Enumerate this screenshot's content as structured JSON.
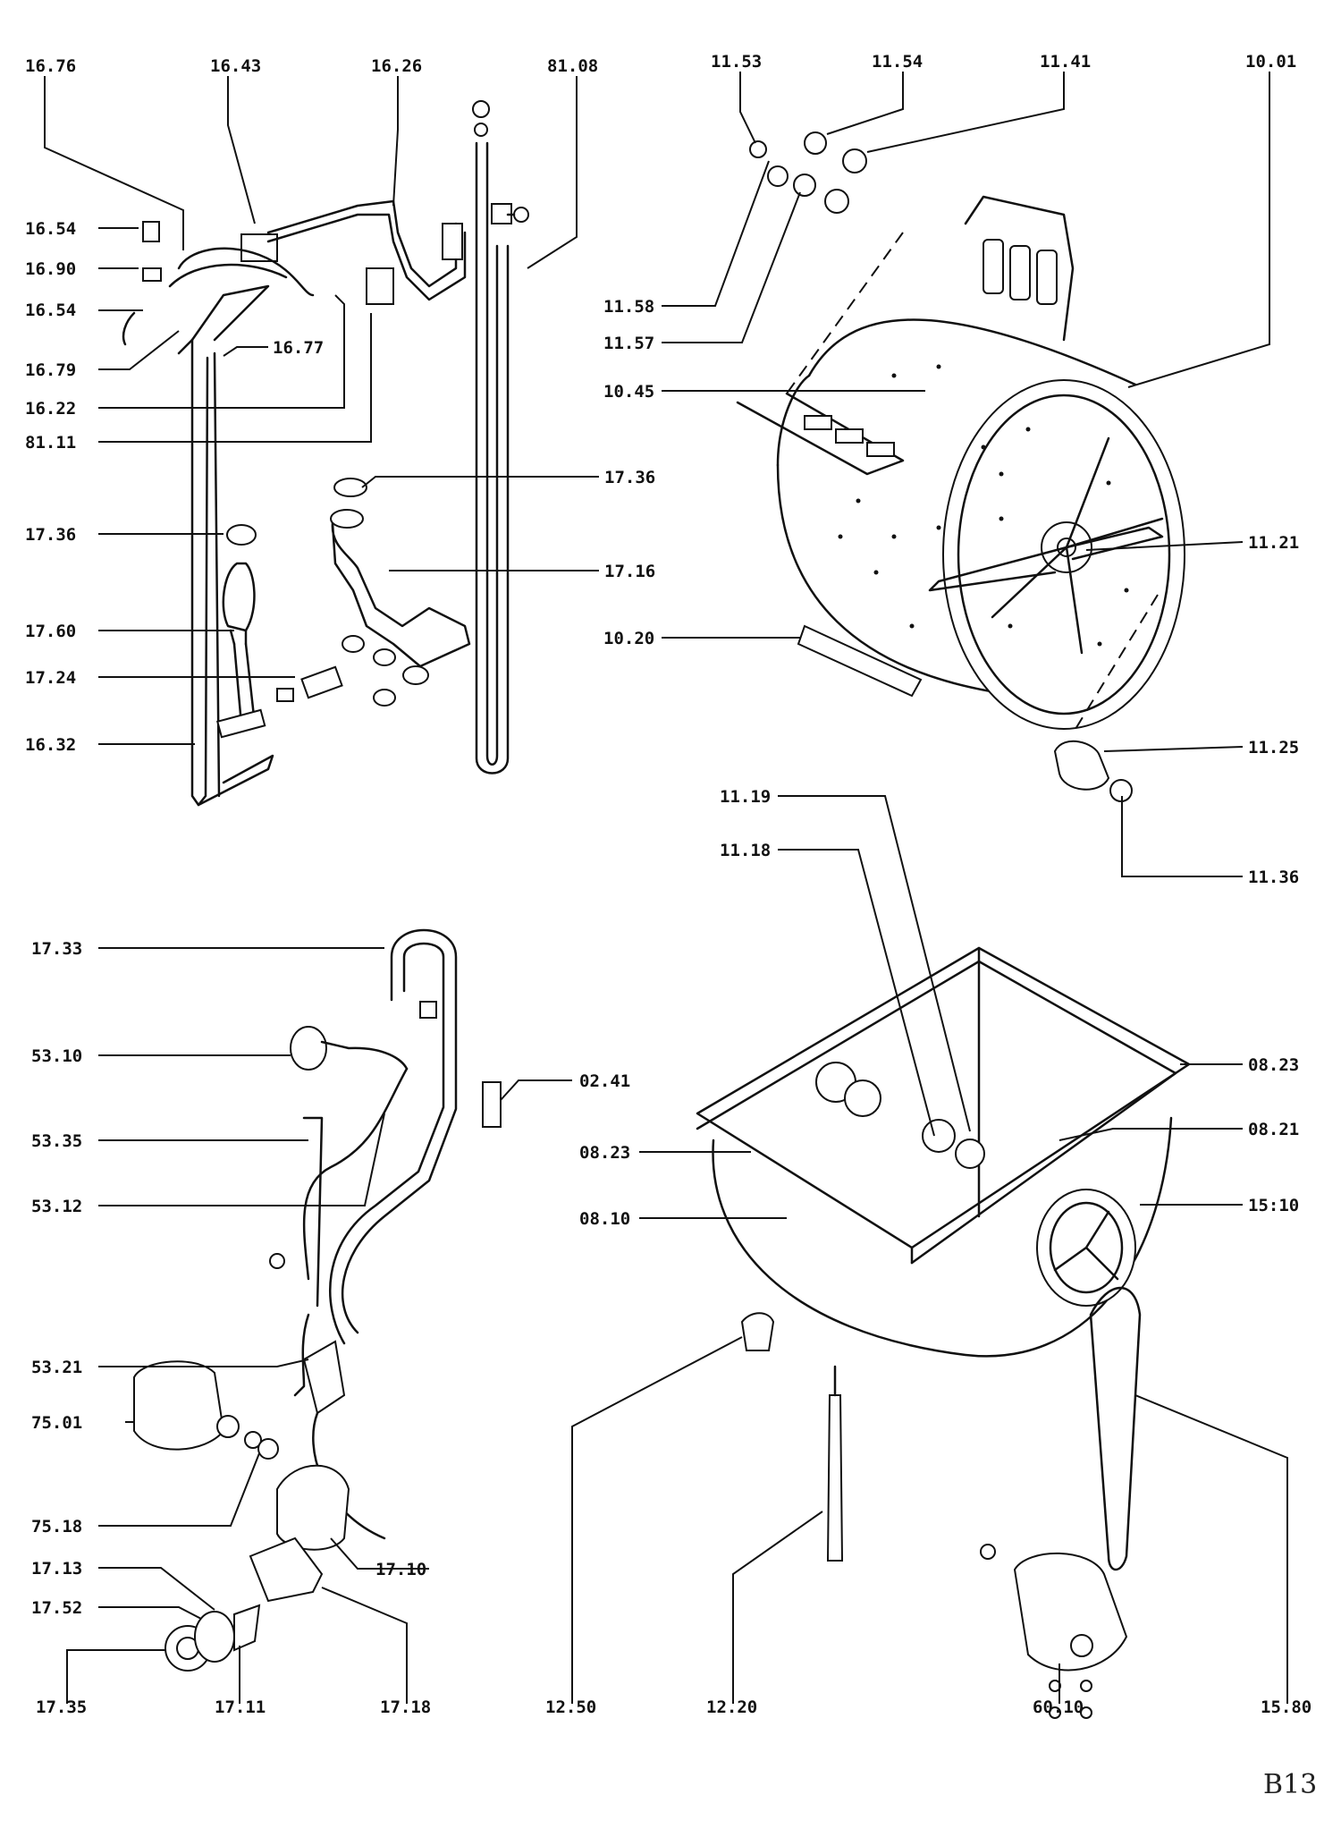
{
  "sheet_code": "B13",
  "labels": {
    "l16_76": "16.76",
    "l16_43": "16.43",
    "l16_26": "16.26",
    "l81_08": "81.08",
    "l11_53": "11.53",
    "l11_54": "11.54",
    "l11_41": "11.41",
    "l10_01": "10.01",
    "l16_54a": "16.54",
    "l16_90": "16.90",
    "l16_54b": "16.54",
    "l16_79": "16.79",
    "l16_77": "16.77",
    "l16_22": "16.22",
    "l81_11": "81.11",
    "l11_58": "11.58",
    "l11_57": "11.57",
    "l10_45": "10.45",
    "l17_36a": "17.36",
    "l17_36b": "17.36",
    "l17_16": "17.16",
    "l17_60": "17.60",
    "l17_24": "17.24",
    "l16_32": "16.32",
    "l11_21": "11.21",
    "l10_20": "10.20",
    "l11_25": "11.25",
    "l11_19": "11.19",
    "l11_18": "11.18",
    "l11_36": "11.36",
    "l17_33": "17.33",
    "l53_10": "53.10",
    "l02_41": "02.41",
    "l08_23a": "08.23",
    "l53_35": "53.35",
    "l08_21": "08.21",
    "l08_23b": "08.23",
    "l53_12": "53.12",
    "l08_10": "08.10",
    "l15_10": "15:10",
    "l53_21": "53.21",
    "l75_01": "75.01",
    "l75_18": "75.18",
    "l17_10": "17.10",
    "l17_13": "17.13",
    "l17_52": "17.52",
    "l17_35": "17.35",
    "l17_11": "17.11",
    "l17_18": "17.18",
    "l12_50": "12.50",
    "l12_20": "12.20",
    "l60_10": "60.10",
    "l15_80": "15.80"
  }
}
